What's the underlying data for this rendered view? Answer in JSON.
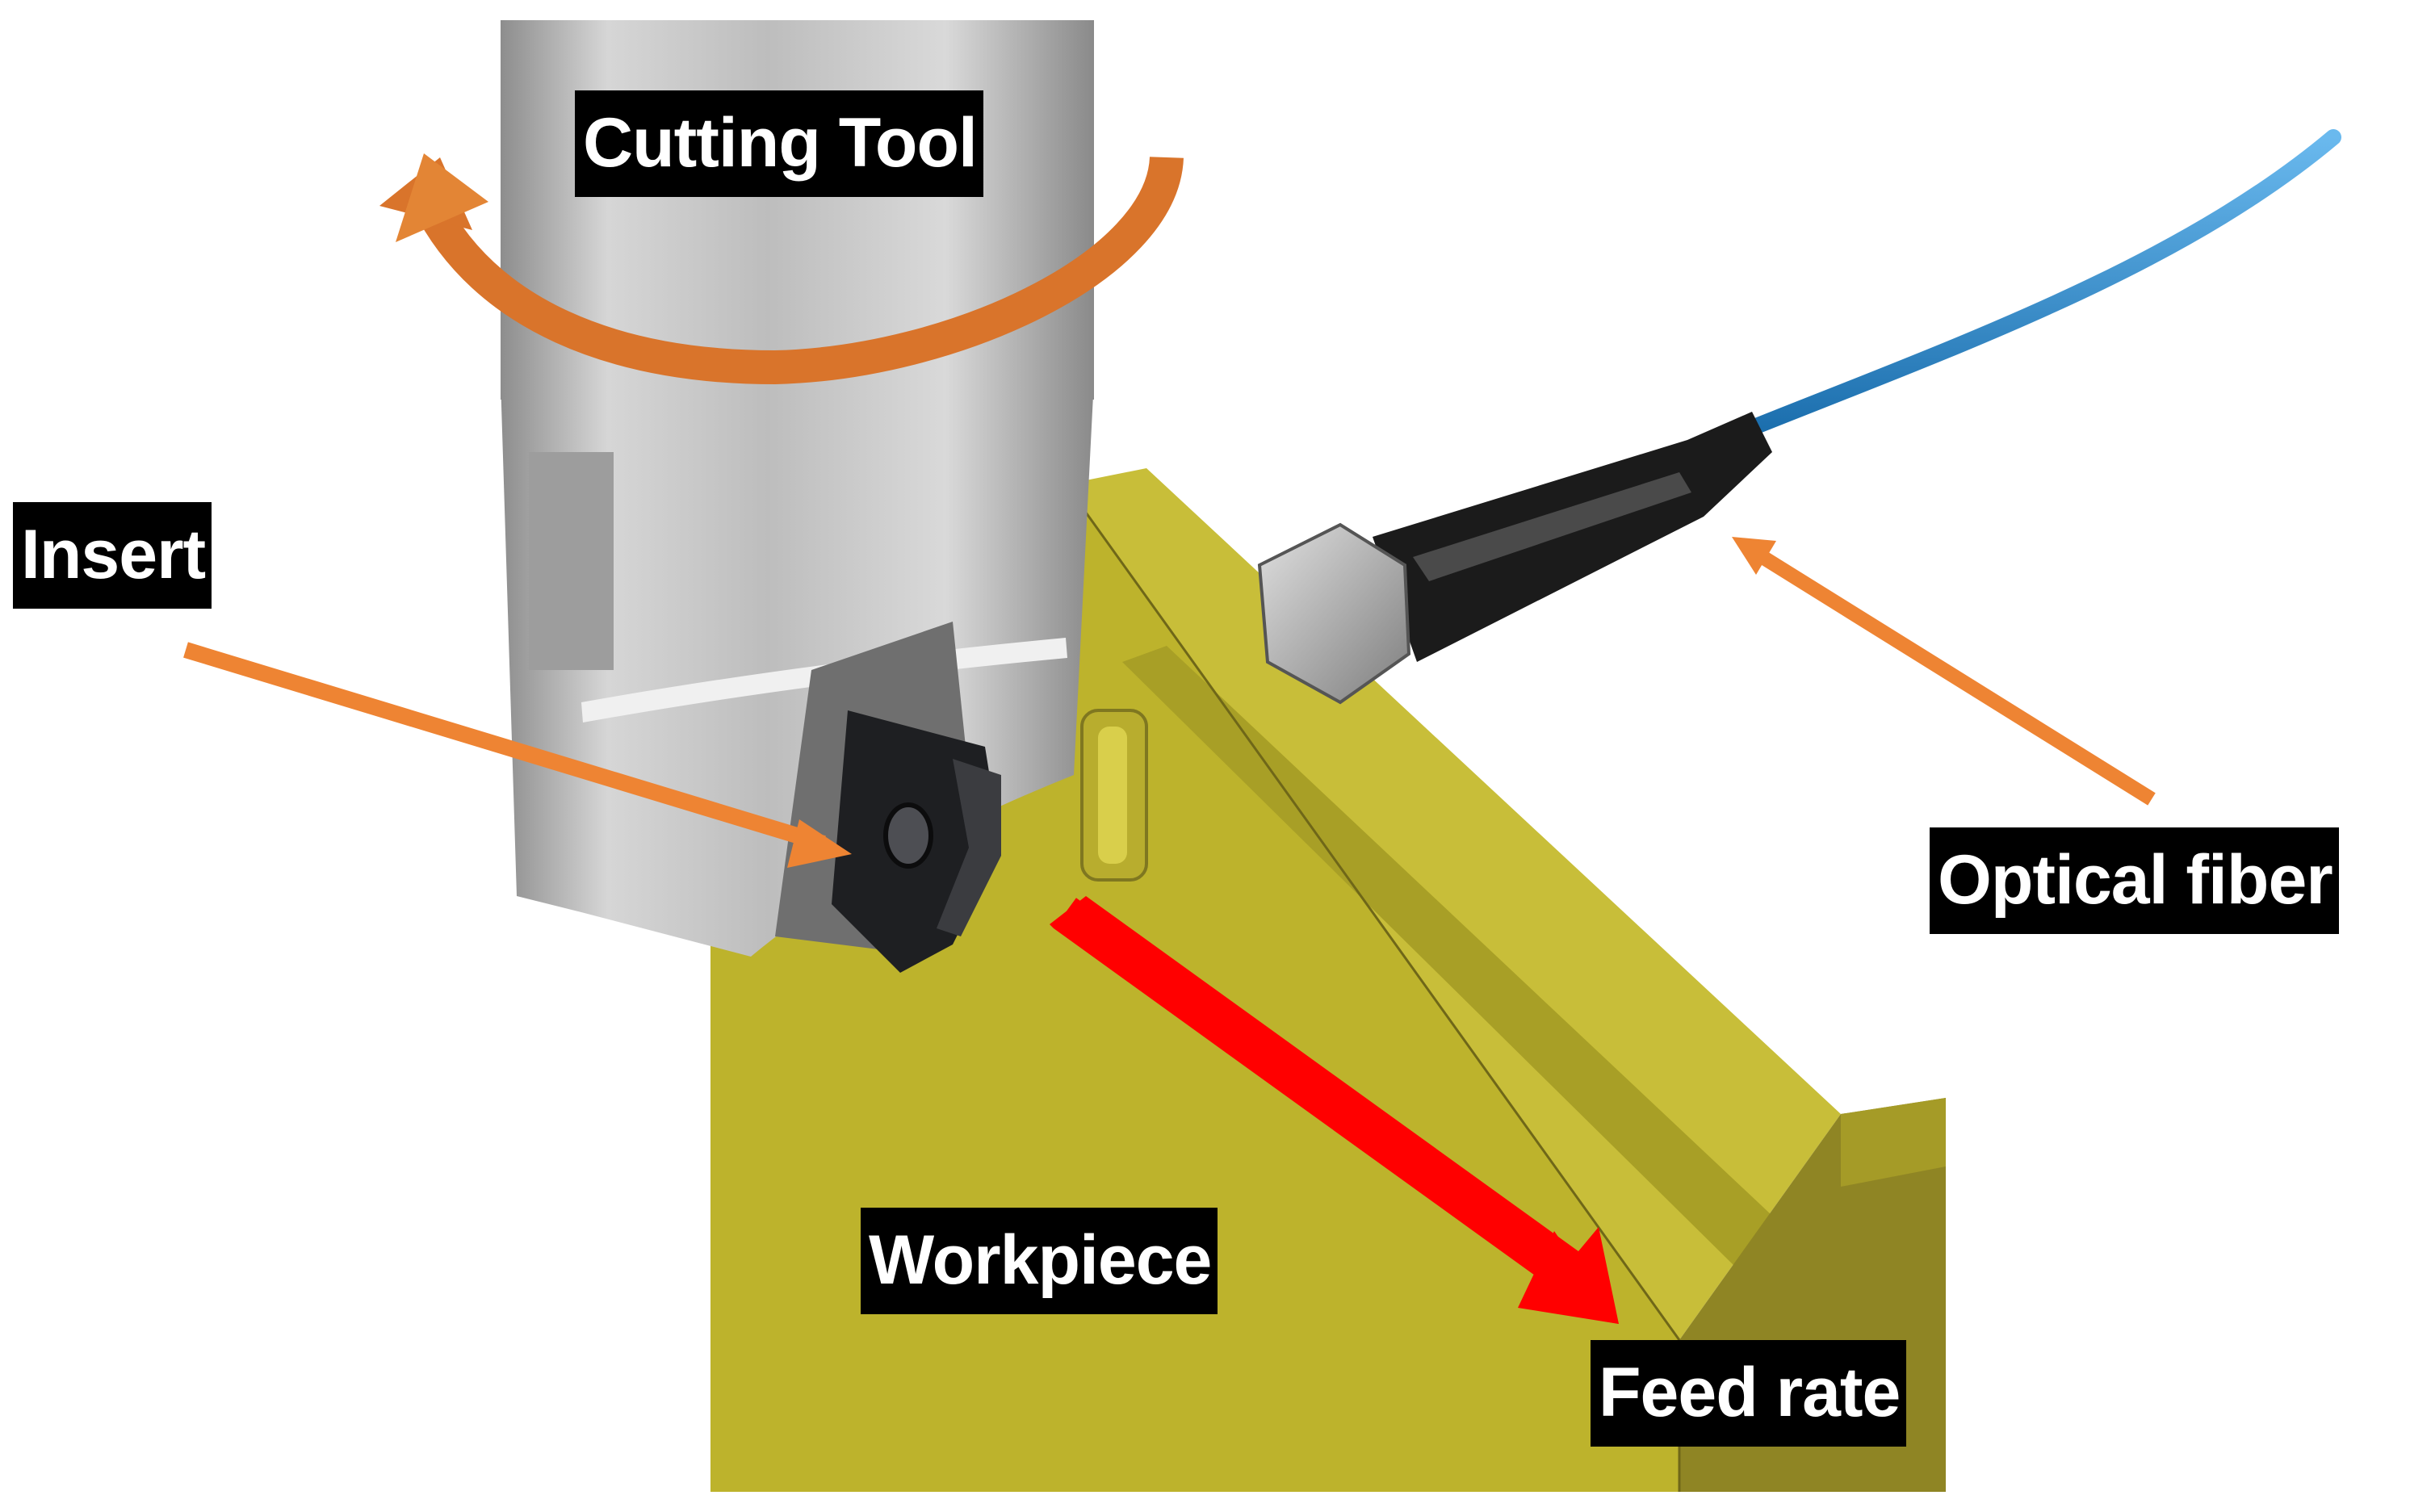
{
  "labels": {
    "cutting_tool": "Cutting Tool",
    "insert": "Insert",
    "optical_fiber": "Optical fiber",
    "workpiece": "Workpiece",
    "feed_rate": "Feed rate"
  },
  "colors": {
    "workpiece_face": "#bdb32c",
    "workpiece_top": "#c7bd38",
    "workpiece_side": "#8f8524",
    "tool_body": "#c4c4c4",
    "insert": "#1e1f22",
    "fiber_cable": "#2f8fd0",
    "connector": "#1b1b1b",
    "rotation_arrow": "#d9742b",
    "pointer_arrow": "#ee8433",
    "feed_arrow": "#ff0000",
    "label_bg": "#000000",
    "label_text": "#ffffff"
  }
}
